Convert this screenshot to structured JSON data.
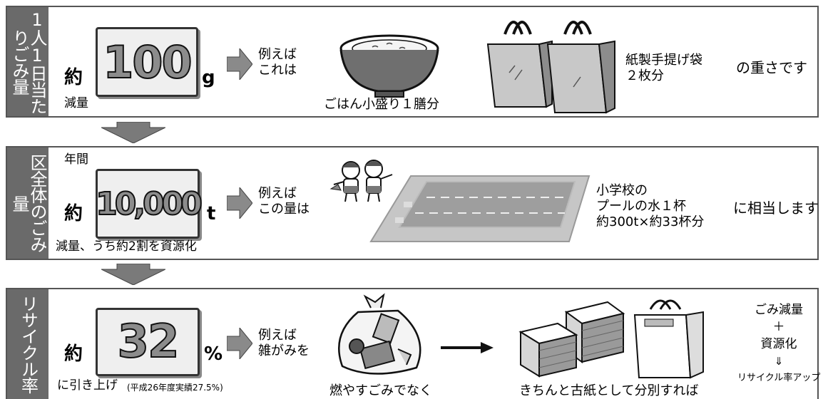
{
  "section1": {
    "label": "1人1日当たりごみ量",
    "prefix": "約",
    "value": "100",
    "unit": "g",
    "caption": "減量",
    "example_lead": [
      "例えば",
      "これは"
    ],
    "item1": "ごはん小盛り１膳分",
    "item2": [
      "紙製手提げ袋",
      "２枚分"
    ],
    "suffix": "の重さです"
  },
  "section2": {
    "label": "区全体のごみ量",
    "top_caption": "年間",
    "prefix": "約",
    "value": "10,000",
    "unit": "t",
    "caption": "減量、うち約2割を資源化",
    "example_lead": [
      "例えば",
      "この量は"
    ],
    "item": [
      "小学校の",
      "プールの水１杯",
      "約300t×約33杯分"
    ],
    "suffix": "に相当します"
  },
  "section3": {
    "label": "リサイクル率",
    "prefix": "約",
    "value": "32",
    "unit": "%",
    "caption": "に引き上げ",
    "caption_note": "(平成26年度実績27.5%)",
    "example_lead": [
      "例えば",
      "雑がみを"
    ],
    "item1": "燃やすごみでなく",
    "item2": "きちんと古紙として分別すれば",
    "result": [
      "ごみ減量",
      "＋",
      "資源化",
      "⇓",
      "リサイクル率アップ"
    ]
  }
}
